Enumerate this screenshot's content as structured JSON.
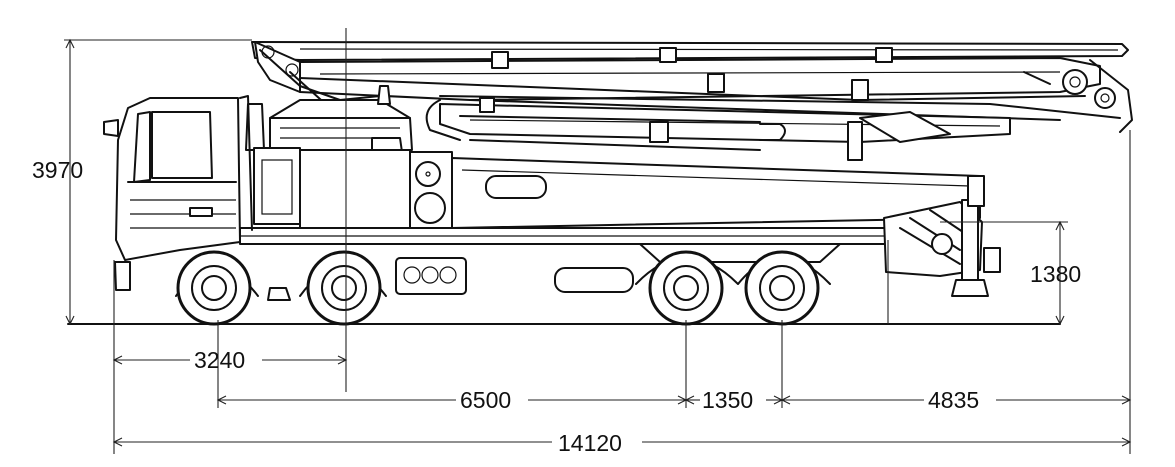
{
  "dimensions": {
    "height_total": "3970",
    "front_to_first_rear_axle_pivot": "3240",
    "wheelbase_main": "6500",
    "rear_axle_spacing": "1350",
    "rear_overhang": "4835",
    "overall_length": "14120",
    "outrigger_height": "1380"
  }
}
